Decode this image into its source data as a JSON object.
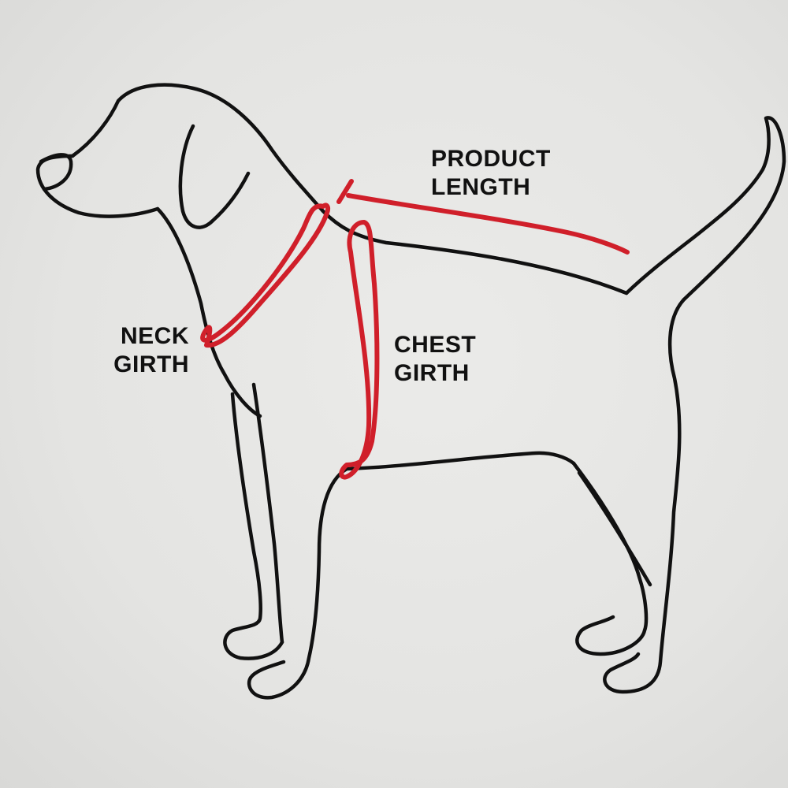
{
  "labels": {
    "product_length": [
      "PRODUCT",
      "LENGTH"
    ],
    "neck_girth": [
      "NECK",
      "GIRTH"
    ],
    "chest_girth": [
      "CHEST",
      "GIRTH"
    ]
  },
  "colors": {
    "outline": "#111111",
    "measure": "#d01f2a",
    "background": "#e6e6e4"
  }
}
